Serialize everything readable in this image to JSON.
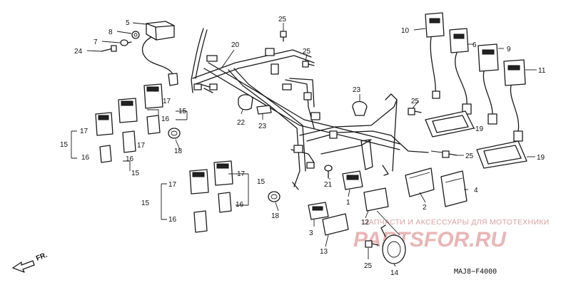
{
  "callouts": [
    {
      "id": "c5",
      "text": "5"
    },
    {
      "id": "c8",
      "text": "8"
    },
    {
      "id": "c7",
      "text": "7"
    },
    {
      "id": "c24",
      "text": "24"
    },
    {
      "id": "c20",
      "text": "20"
    },
    {
      "id": "c25a",
      "text": "25"
    },
    {
      "id": "c25b",
      "text": "25"
    },
    {
      "id": "c10",
      "text": "10"
    },
    {
      "id": "c6",
      "text": "6"
    },
    {
      "id": "c9",
      "text": "9"
    },
    {
      "id": "c11",
      "text": "11"
    },
    {
      "id": "c17a",
      "text": "17"
    },
    {
      "id": "c15a",
      "text": "15"
    },
    {
      "id": "c16a",
      "text": "16"
    },
    {
      "id": "c15b",
      "text": "15"
    },
    {
      "id": "c17b",
      "text": "17"
    },
    {
      "id": "c16b",
      "text": "16"
    },
    {
      "id": "c17c",
      "text": "17"
    },
    {
      "id": "c16c",
      "text": "16"
    },
    {
      "id": "c15c",
      "text": "15"
    },
    {
      "id": "c18a",
      "text": "18"
    },
    {
      "id": "c22",
      "text": "22"
    },
    {
      "id": "c23a",
      "text": "23"
    },
    {
      "id": "c23b",
      "text": "23"
    },
    {
      "id": "c25c",
      "text": "25"
    },
    {
      "id": "c19a",
      "text": "19"
    },
    {
      "id": "c25d",
      "text": "25"
    },
    {
      "id": "c19b",
      "text": "19"
    },
    {
      "id": "c17d",
      "text": "17"
    },
    {
      "id": "c17e",
      "text": "17"
    },
    {
      "id": "c15d",
      "text": "15"
    },
    {
      "id": "c15e",
      "text": "15"
    },
    {
      "id": "c16d",
      "text": "16"
    },
    {
      "id": "c16e",
      "text": "16"
    },
    {
      "id": "c21",
      "text": "21"
    },
    {
      "id": "c1",
      "text": "1"
    },
    {
      "id": "c2",
      "text": "2"
    },
    {
      "id": "c4",
      "text": "4"
    },
    {
      "id": "c18b",
      "text": "18"
    },
    {
      "id": "c12",
      "text": "12"
    },
    {
      "id": "c3",
      "text": "3"
    },
    {
      "id": "c13",
      "text": "13"
    },
    {
      "id": "c25e",
      "text": "25"
    },
    {
      "id": "c14",
      "text": "14"
    }
  ],
  "direction_label": "FR.",
  "diagram_code": "MAJ8−F4000",
  "watermark": {
    "tagline": "ЗАПЧАСТИ И АКСЕССУАРЫ ДЛЯ МОТОТЕХНИКИ",
    "brand": "PARTSFOR.RU"
  }
}
